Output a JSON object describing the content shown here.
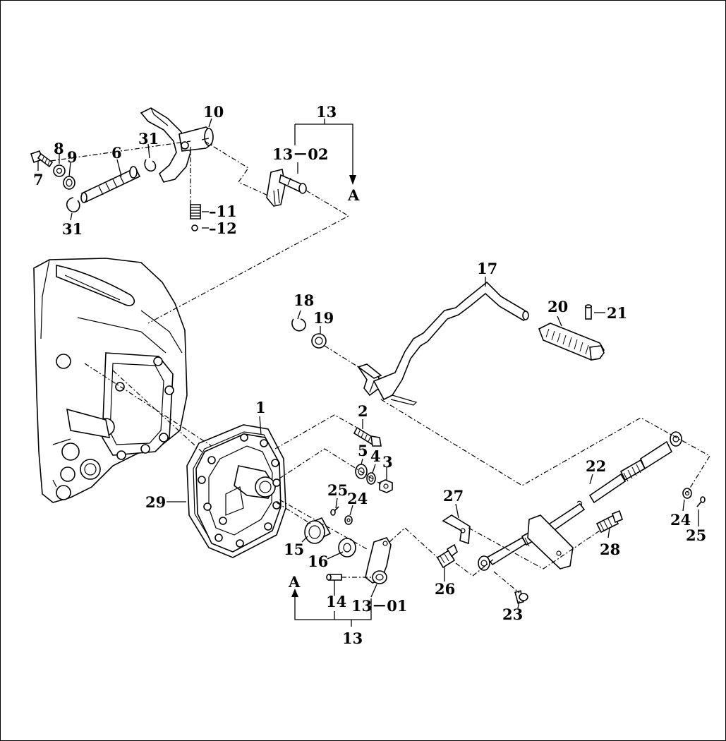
{
  "diagram": {
    "callouts": {
      "c1": "1",
      "c2": "2",
      "c3": "3",
      "c4": "4",
      "c5": "5",
      "c6": "6",
      "c7": "7",
      "c8": "8",
      "c9": "9",
      "c10": "10",
      "c11": "11",
      "c12": "12",
      "c13_top": "13",
      "c13_02": "13－02",
      "c13_01": "13－01",
      "c13_bottom": "13",
      "c14": "14",
      "c15": "15",
      "c16": "16",
      "c17": "17",
      "c18": "18",
      "c19": "19",
      "c20": "20",
      "c21": "21",
      "c22": "22",
      "c23": "23",
      "c24_left": "24",
      "c24_right": "24",
      "c25_left": "25",
      "c25_right": "25",
      "c26": "26",
      "c27": "27",
      "c28": "28",
      "c29": "29",
      "c31_top": "31",
      "c31_bottom": "31",
      "ref_a_top": "A",
      "ref_a_bottom": "A"
    }
  }
}
